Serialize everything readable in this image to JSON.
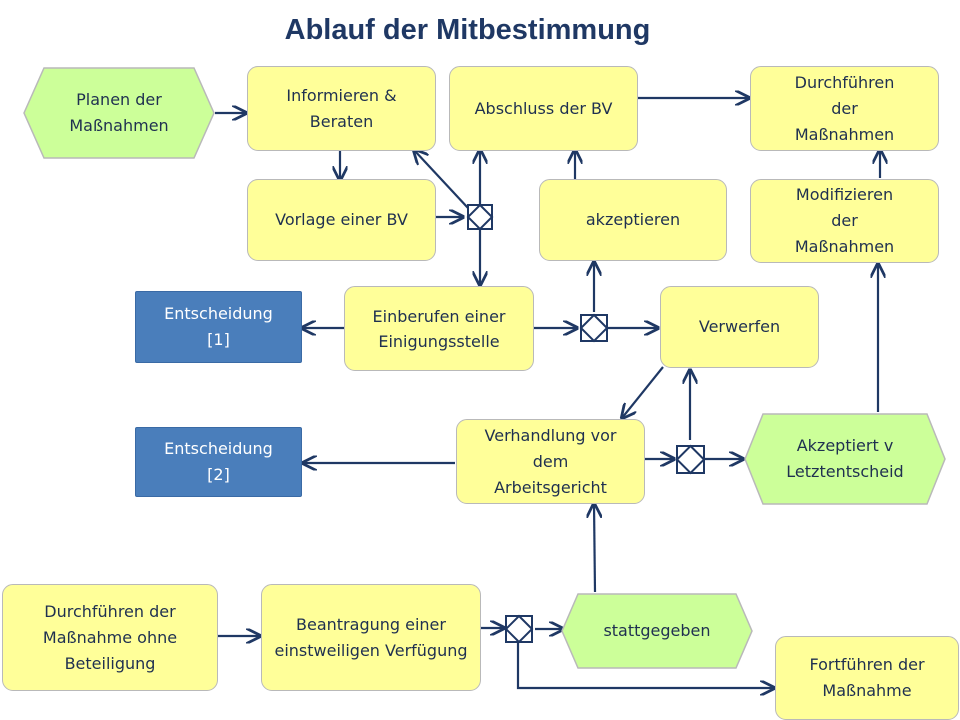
{
  "title": "Ablauf der Mitbestimmung",
  "colors": {
    "task_fill": "#ffff99",
    "event_fill": "#ccff99",
    "decision_fill": "#4a7ebb",
    "connector": "#1f3864"
  },
  "nodes": {
    "planen": "Planen der Maßnahmen",
    "informieren": "Informieren & Beraten",
    "abschluss": "Abschluss der BV",
    "durchfuehren": "Durchführen der Maßnahmen",
    "vorlage": "Vorlage einer BV",
    "akzeptieren": "akzeptieren",
    "modifizieren": "Modifizieren der Maßnahmen",
    "entscheidung1": "Entscheidung [1]",
    "einberufen": "Einberufen einer Einigungsstelle",
    "verwerfen": "Verwerfen",
    "entscheidung2": "Entscheidung [2]",
    "verhandlung": "Verhandlung vor dem Arbeitsgericht",
    "akzeptiert_letzt": "Akzeptiert v Letztentscheid",
    "durchfuehren_ohne": "Durchführen der Maßnahme ohne Beteiligung",
    "beantragung": "Beantragung einer einstweiligen Verfügung",
    "stattgegeben": "stattgegeben",
    "fortfuehren": "Fortführen der Maßnahme"
  }
}
